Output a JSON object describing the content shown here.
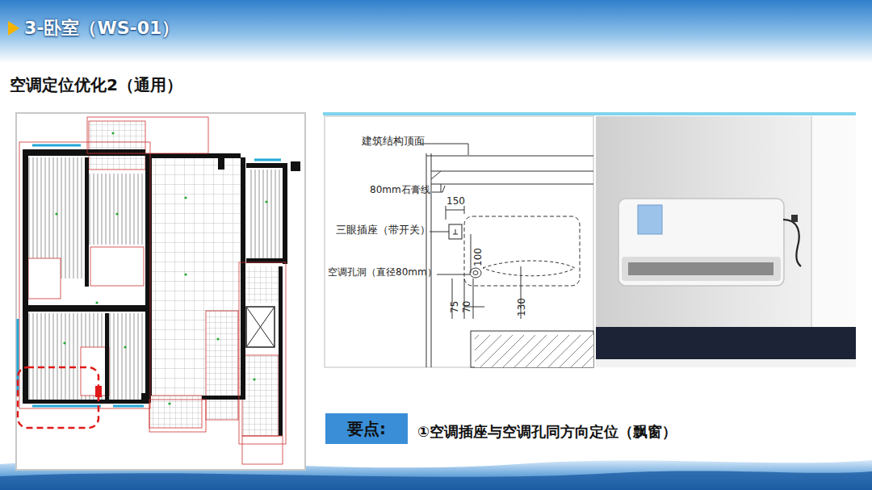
{
  "diagram": {
    "title": "3-卧室（WS-01）",
    "nodes": [
      {
        "text": [
          "要点:"
        ]
      }
    ],
    "labels": [
      "空调定位优化2（通用）",
      "建筑结构顶面",
      "80mm石膏线",
      "150",
      "三眼插座（带开关）",
      "100",
      "空调孔洞（直径80mm）",
      "75",
      "70",
      "130",
      "①空调插座与空调孔同方向定位（飘窗）"
    ]
  }
}
